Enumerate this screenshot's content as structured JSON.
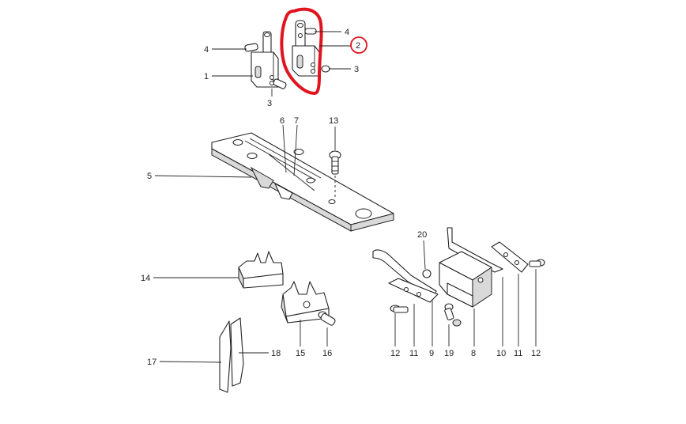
{
  "callouts": {
    "c1": "1",
    "c2": "2",
    "c3a": "3",
    "c3b": "3",
    "c4a": "4",
    "c4b": "4",
    "c5": "5",
    "c6": "6",
    "c7": "7",
    "c8": "8",
    "c9": "9",
    "c10": "10",
    "c11a": "11",
    "c11b": "11",
    "c12a": "12",
    "c12b": "12",
    "c13": "13",
    "c14": "14",
    "c15": "15",
    "c16": "16",
    "c17": "17",
    "c18": "18",
    "c19": "19",
    "c20": "20"
  },
  "highlight": {
    "color": "#e0141e",
    "circled_callout": "2"
  }
}
